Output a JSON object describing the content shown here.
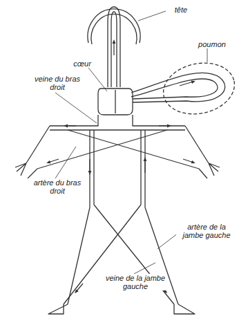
{
  "diagram": {
    "labels": [
      "tête",
      "poumon",
      "cœur",
      "veine du bras droit",
      "artère du bras droit",
      "artère de la jambe gauche",
      "veine de la jambe gauche"
    ]
  }
}
